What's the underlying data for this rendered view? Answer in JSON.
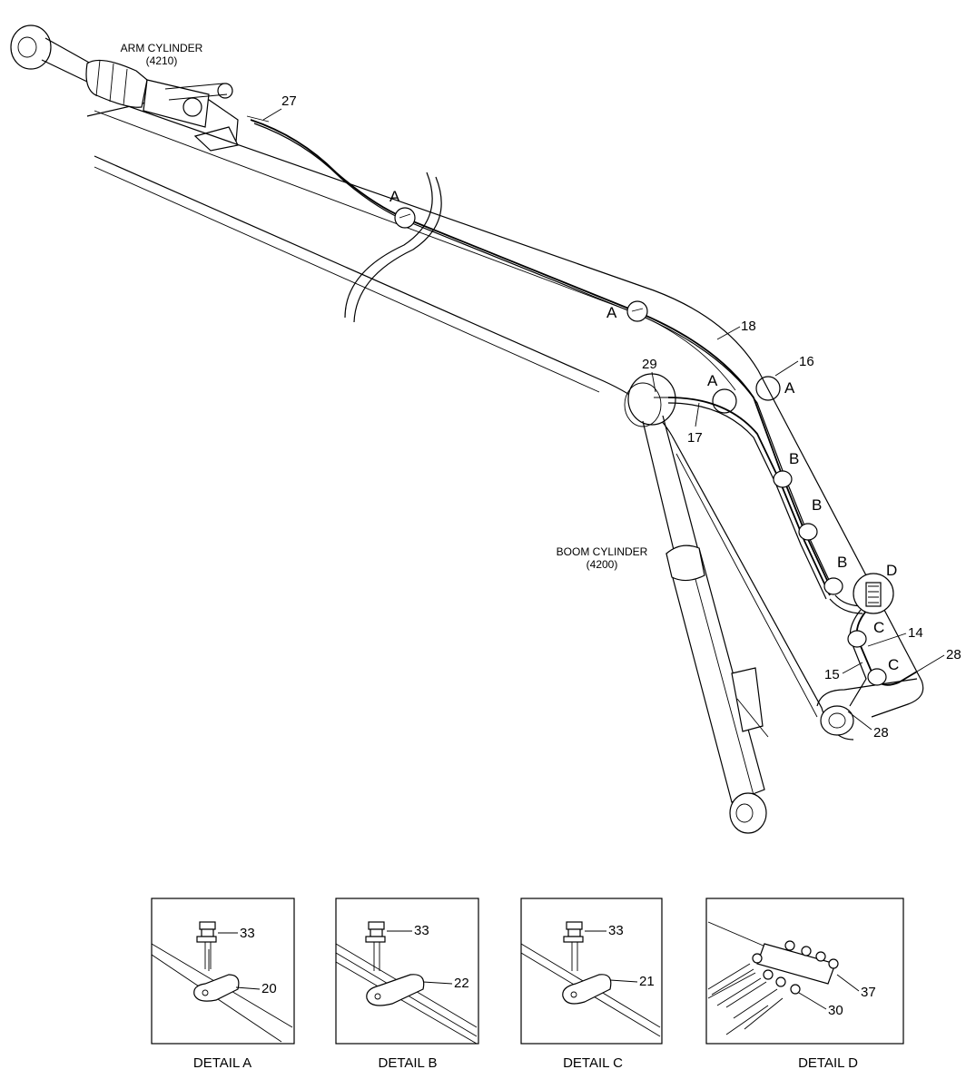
{
  "labels": {
    "arm_cylinder": "ARM CYLINDER",
    "arm_cylinder_code": "(4210)",
    "boom_cylinder": "BOOM CYLINDER",
    "boom_cylinder_code": "(4200)"
  },
  "callouts": {
    "p27": "27",
    "p18": "18",
    "p16": "16",
    "p29": "29",
    "p17": "17",
    "p14": "14",
    "p15": "15",
    "p28a": "28",
    "p28b": "28"
  },
  "markers": {
    "a1": "A",
    "a2": "A",
    "a3": "A",
    "a4": "A",
    "b1": "B",
    "b2": "B",
    "b3": "B",
    "c1": "C",
    "c2": "C",
    "d1": "D"
  },
  "details": [
    {
      "caption": "DETAIL  A",
      "bolt": "33",
      "clamp": "20"
    },
    {
      "caption": "DETAIL  B",
      "bolt": "33",
      "clamp": "22"
    },
    {
      "caption": "DETAIL  C",
      "bolt": "33",
      "clamp": "21"
    },
    {
      "caption": "DETAIL  D",
      "block": "37",
      "fitting": "30"
    }
  ]
}
